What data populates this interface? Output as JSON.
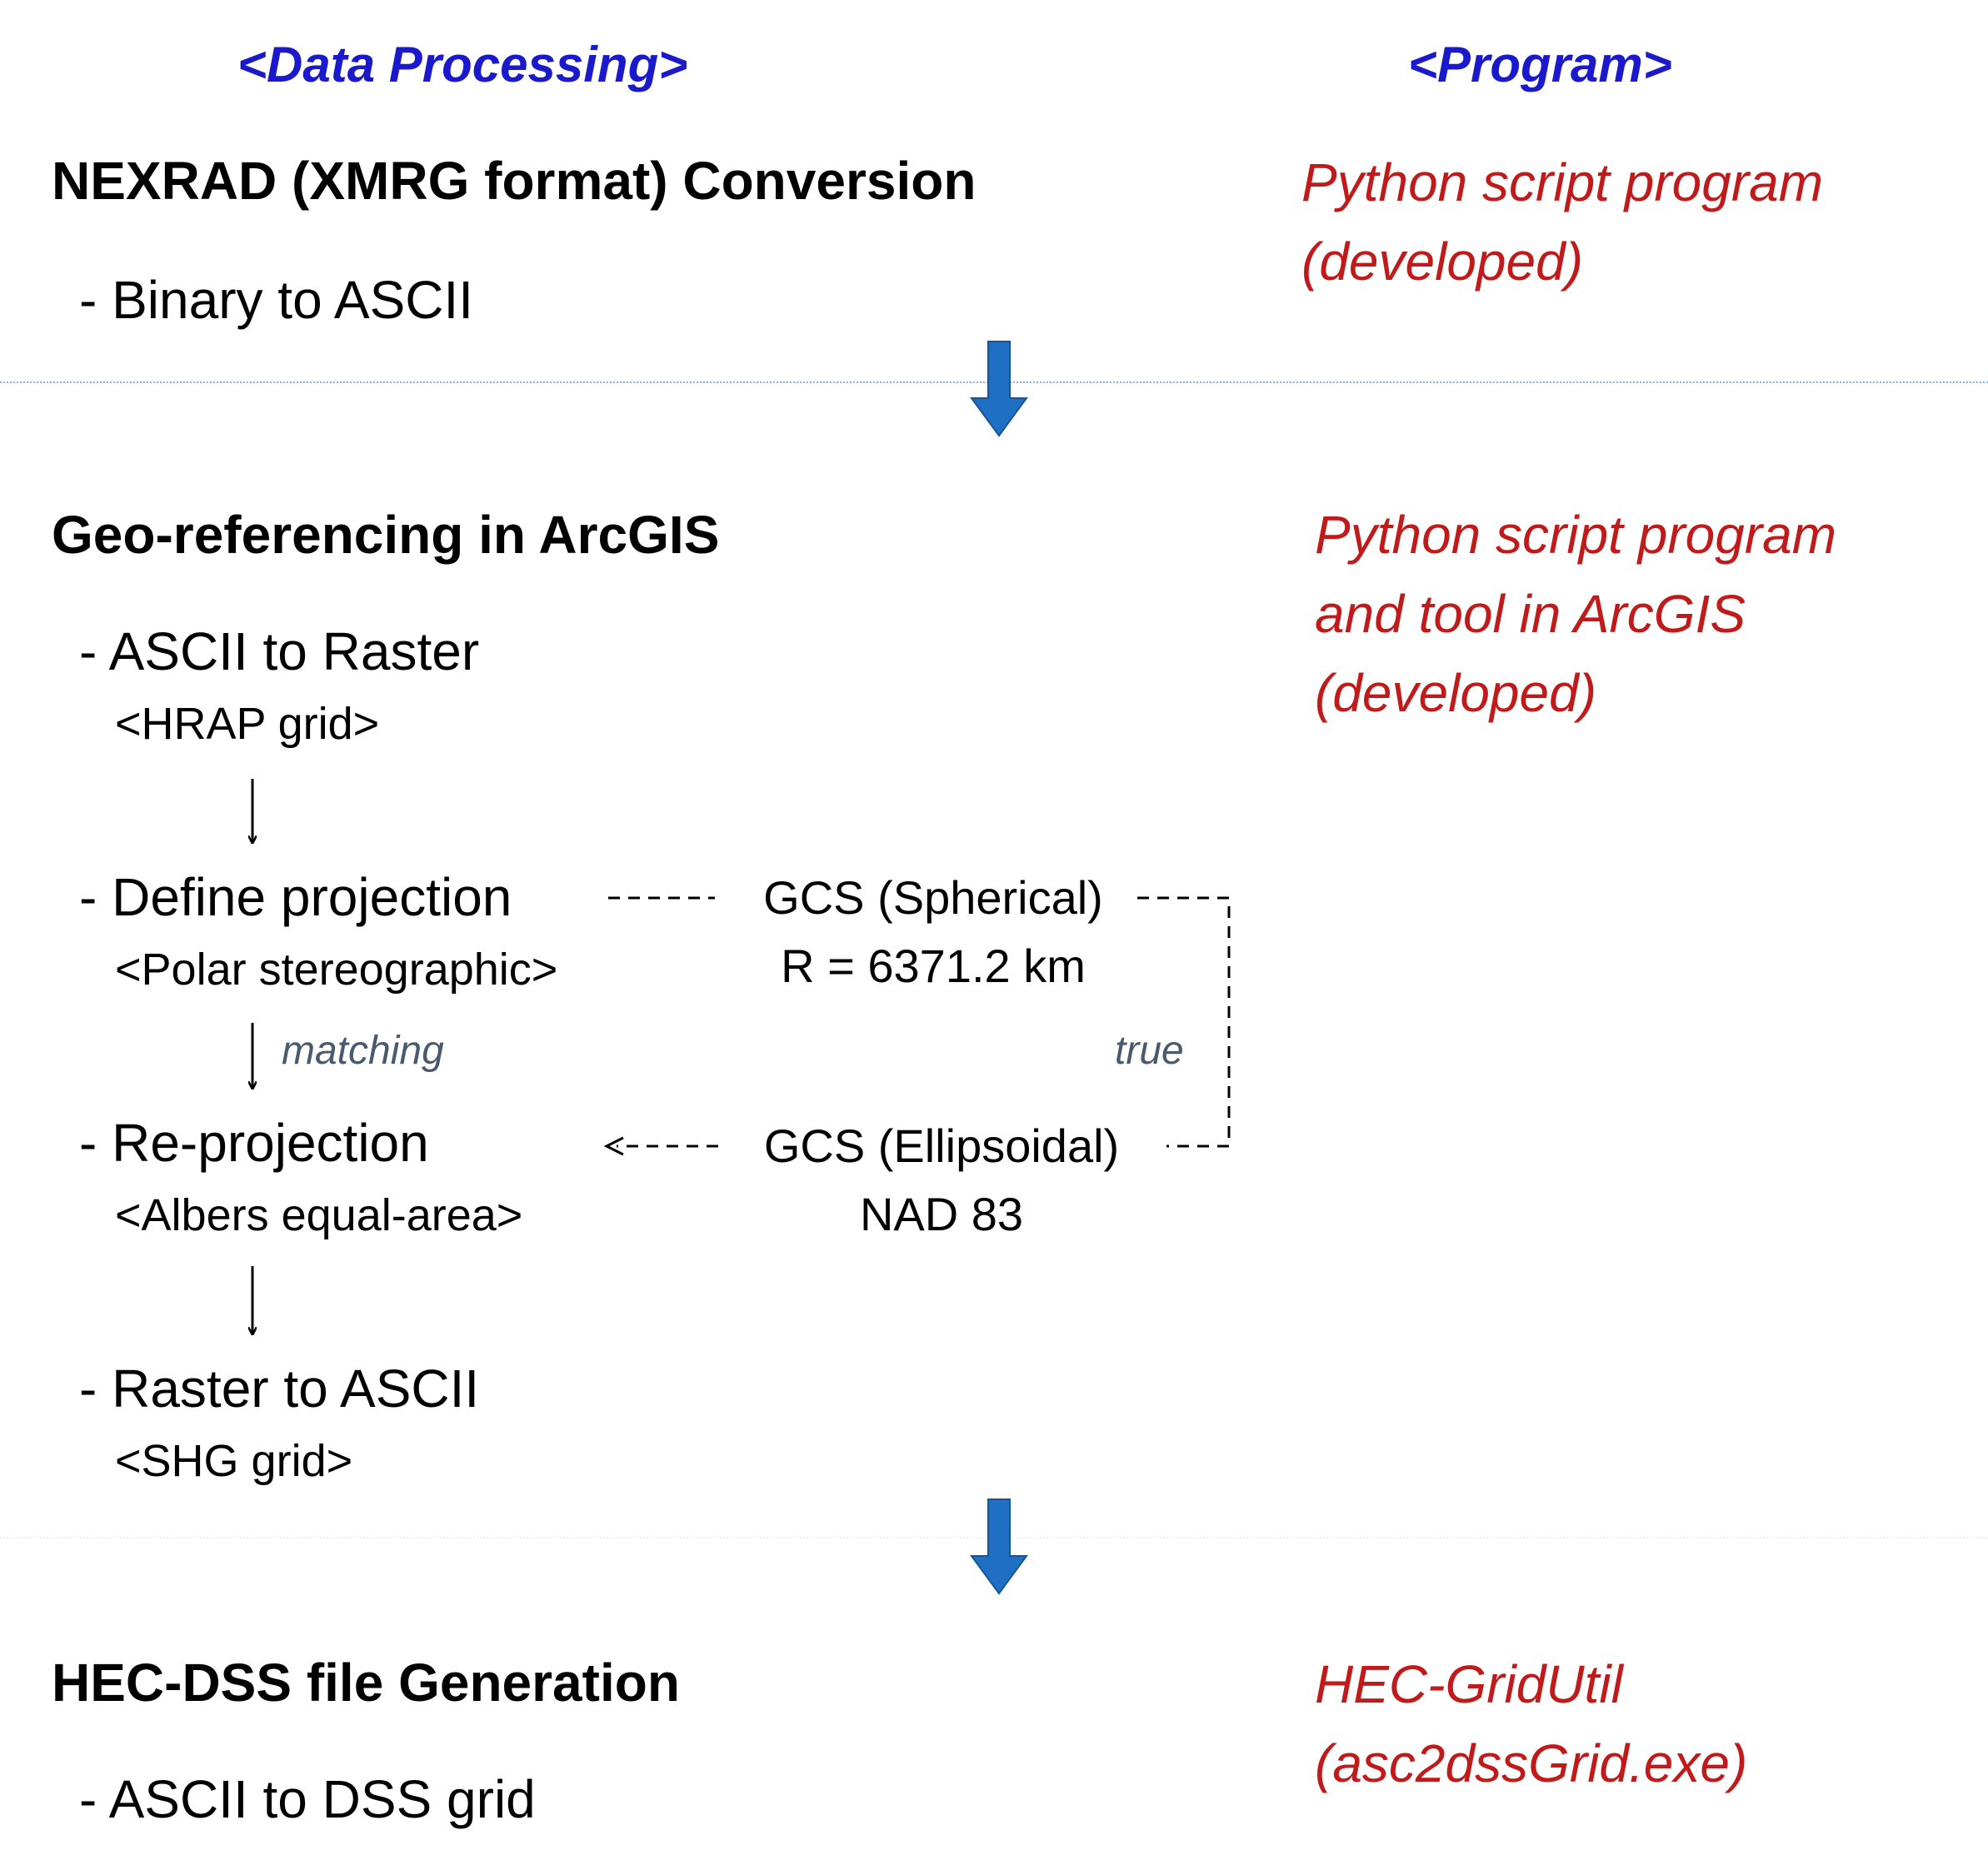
{
  "headers": {
    "left": "<Data Processing>",
    "right": "<Program>"
  },
  "stage1": {
    "title": "NEXRAD (XMRG format) Conversion",
    "item": "- Binary to ASCII",
    "program_lines": [
      "Python script program",
      "(developed)"
    ]
  },
  "stage2": {
    "title": "Geo-referencing in ArcGIS",
    "program_lines": [
      "Python script program",
      "and tool in ArcGIS",
      "(developed)"
    ],
    "steps": [
      {
        "label": "- ASCII to Raster",
        "sub": "<HRAP grid>"
      },
      {
        "label": "- Define projection",
        "sub": "<Polar stereographic>"
      },
      {
        "label": "- Re-projection",
        "sub": "<Albers equal-area>"
      },
      {
        "label": "- Raster to ASCII",
        "sub": "<SHG grid>"
      }
    ],
    "gcs_spherical": {
      "name": "GCS (Spherical)",
      "detail": "R = 6371.2 km"
    },
    "gcs_ellipsoidal": {
      "name": "GCS (Ellipsoidal)",
      "detail": "NAD 83"
    },
    "label_matching": "matching",
    "label_true": "true"
  },
  "stage3": {
    "title": "HEC-DSS file Generation",
    "item": "- ASCII to DSS grid",
    "program_lines": [
      "HEC-GridUtil",
      "(asc2dssGrid.exe)"
    ]
  },
  "colors": {
    "header": "#1a1acc",
    "program": "#c01a1a",
    "flow_arrow": "#1f6fc4",
    "annotation": "#4a5a6e"
  }
}
